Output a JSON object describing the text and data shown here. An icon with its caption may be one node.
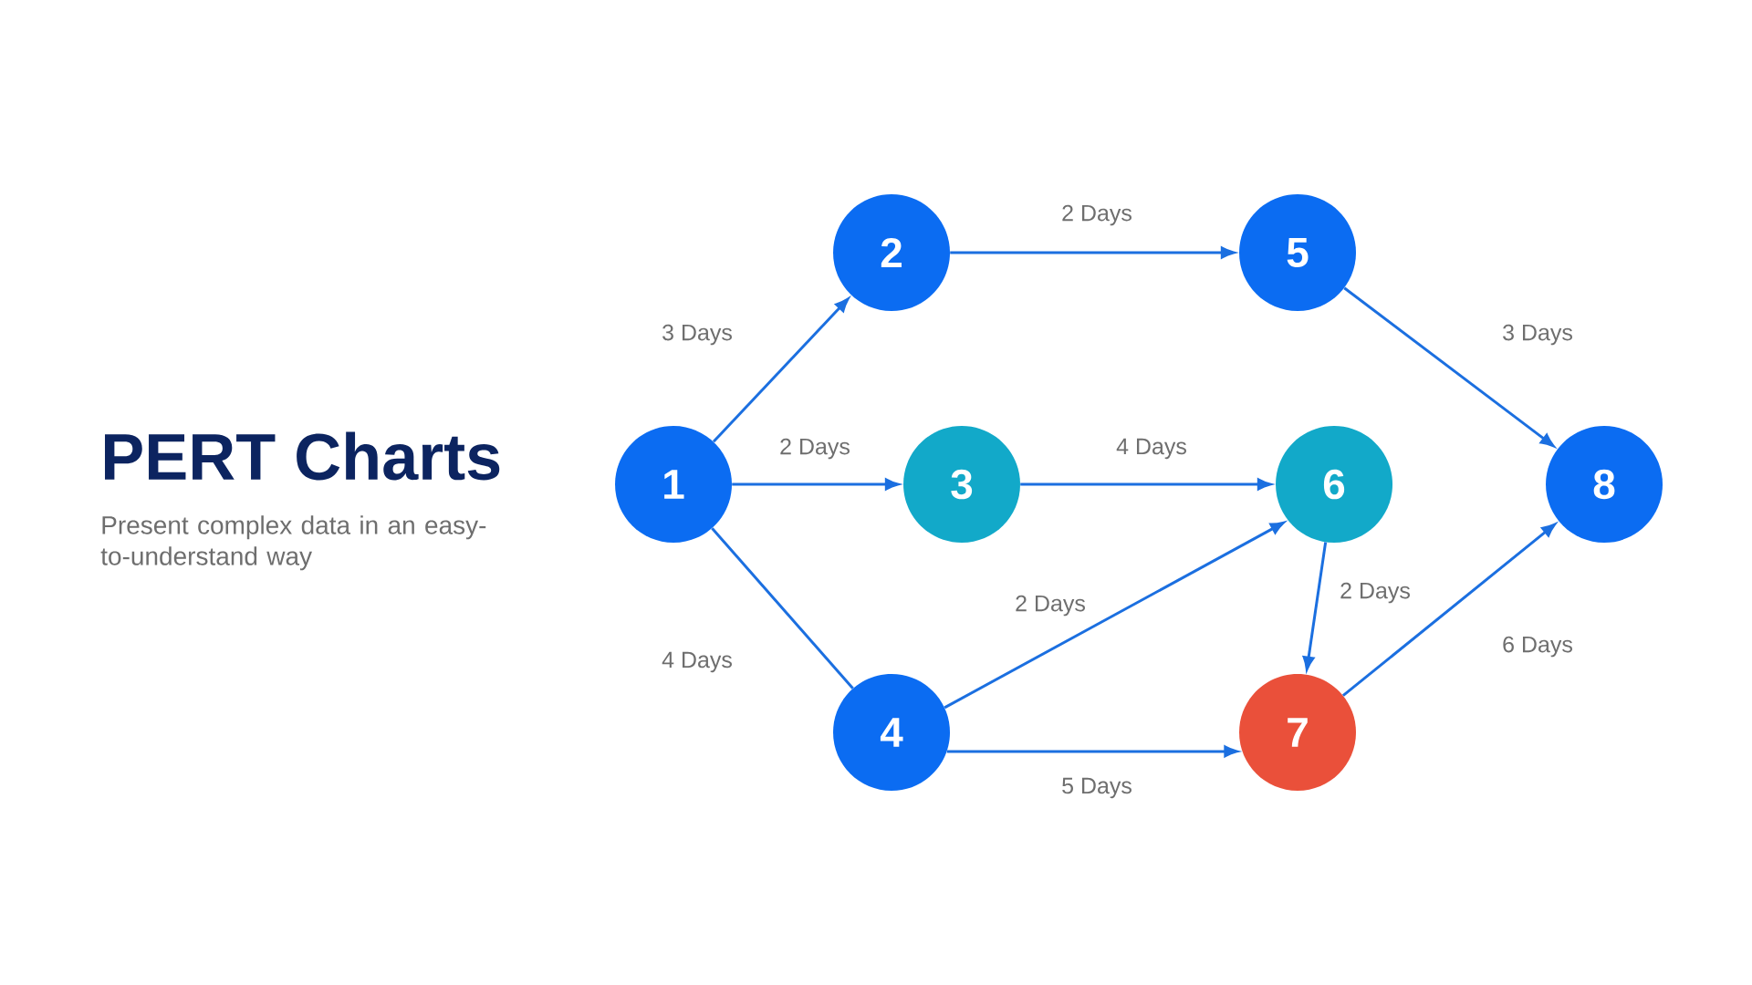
{
  "diagram": {
    "title": "PERT Charts",
    "nodes": [
      {
        "text": [
          "1"
        ]
      },
      {
        "text": [
          "2"
        ]
      },
      {
        "text": [
          "3"
        ]
      },
      {
        "text": [
          "4"
        ]
      },
      {
        "text": [
          "5"
        ]
      },
      {
        "text": [
          "6"
        ]
      },
      {
        "text": [
          "7"
        ]
      },
      {
        "text": [
          "8"
        ]
      }
    ],
    "edges": [
      {
        "from": 0,
        "to": 1,
        "arrow": "to",
        "label": "3 Days"
      },
      {
        "from": 0,
        "to": 2,
        "arrow": "to",
        "label": "2 Days"
      },
      {
        "from": 0,
        "to": 3,
        "arrow": "none",
        "label": "4 Days"
      },
      {
        "from": 1,
        "to": 4,
        "arrow": "to",
        "label": "2 Days"
      },
      {
        "from": 2,
        "to": 5,
        "arrow": "to",
        "label": "4 Days"
      },
      {
        "from": 3,
        "to": 5,
        "arrow": "to",
        "label": "2 Days"
      },
      {
        "from": 3,
        "to": 6,
        "arrow": "to",
        "label": "5 Days"
      },
      {
        "from": 4,
        "to": 7,
        "arrow": "to",
        "label": "3 Days"
      },
      {
        "from": 5,
        "to": 6,
        "arrow": "to",
        "label": "2 Days"
      },
      {
        "from": 6,
        "to": 7,
        "arrow": "to",
        "label": "6 Days"
      }
    ],
    "labels": [
      "Present complex data in an easy-to-understand way"
    ]
  }
}
